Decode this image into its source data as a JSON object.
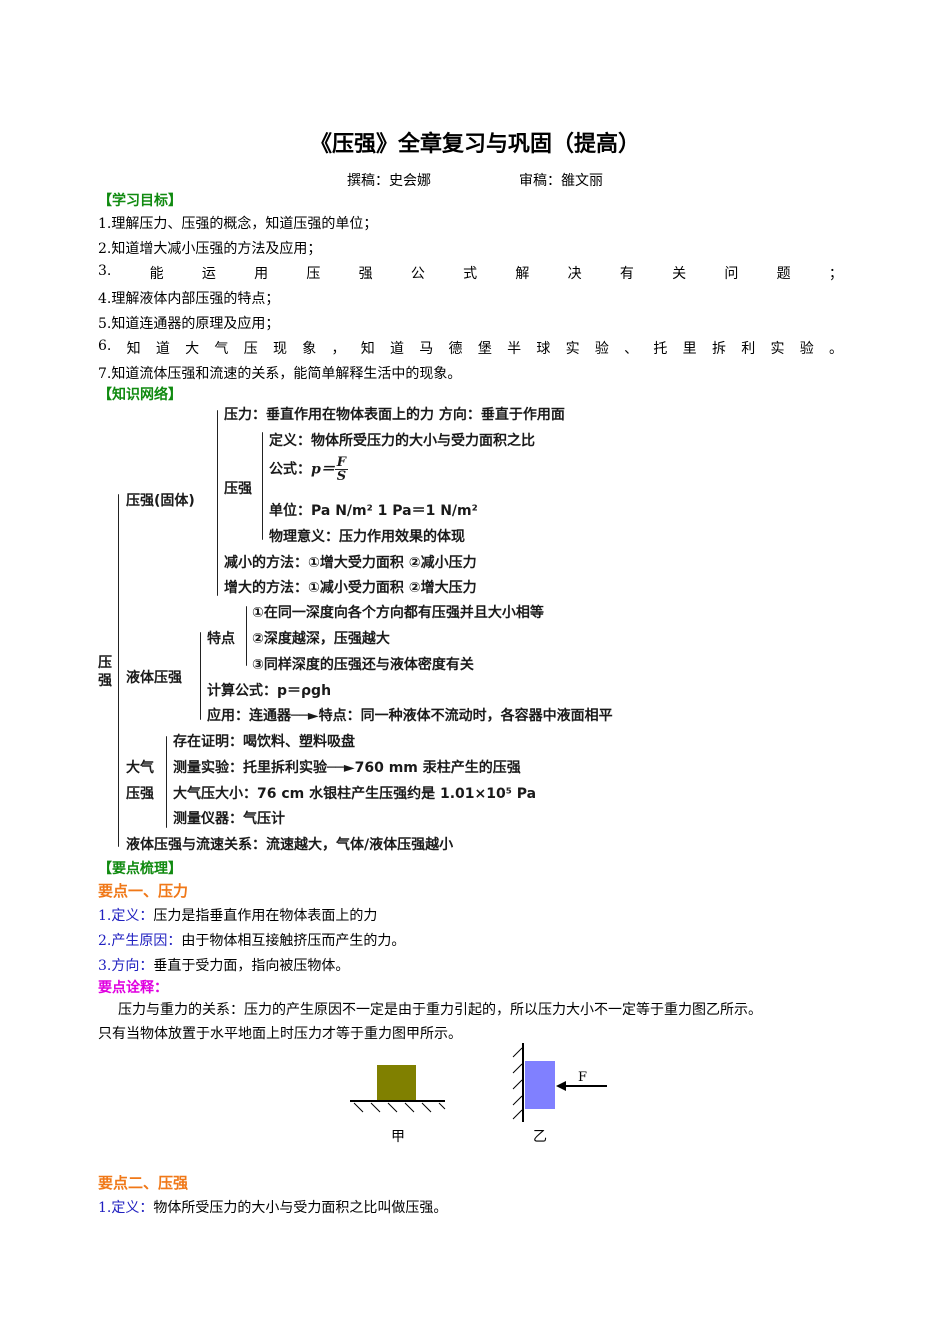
{
  "document": {
    "title": "《压强》全章复习与巩固（提高）",
    "authors": {
      "writer_label": "撰稿：",
      "writer": "史会娜",
      "reviewer_label": "审稿：",
      "reviewer": "雒文丽"
    }
  },
  "learning_goals": {
    "heading": "【学习目标】",
    "items": [
      "1.理解压力、压强的概念，知道压强的单位；",
      "2.知道增大减小压强的方法及应用；",
      "3.能运用压强公式解决有关问题；",
      "4.理解液体内部压强的特点；",
      "5.知道连通器的原理及应用；",
      "6.知道大气压现象，知道马德堡半球实验、托里拆利实验。",
      "7.知道流体压强和流速的关系，能简单解释生活中的现象。"
    ],
    "item3_chars": [
      "3.",
      "能",
      "运",
      "用",
      "压",
      "强",
      "公",
      "式",
      "解",
      "决",
      "有",
      "关",
      "问",
      "题",
      "；"
    ],
    "item6_chars": [
      "6.",
      "知",
      "道",
      "大",
      "气",
      "压",
      "现",
      "象",
      "，",
      "知",
      "道",
      "马",
      "德",
      "堡",
      "半",
      "球",
      "实",
      "验",
      "、",
      "托",
      "里",
      "拆",
      "利",
      "实",
      "验",
      "。"
    ]
  },
  "knowledge_network": {
    "heading": "【知识网络】",
    "root": "压强",
    "root_chars": [
      "压",
      "强"
    ],
    "solid": {
      "label": "压强(固体)",
      "pressure_force": "压力：垂直作用在物体表面上的力  方向：垂直于作用面",
      "pressure_label": "压强",
      "definition_label": "定义：",
      "definition": "物体所受压力的大小与受力面积之比",
      "formula_label": "公式：",
      "formula_lhs": "p＝",
      "formula_num": "F",
      "formula_den": "S",
      "unit": "单位：Pa   N/m²    1 Pa＝1 N/m²",
      "meaning": "物理意义：压力作用效果的体现",
      "decrease": "减小的方法：①增大受力面积   ②减小压力",
      "increase": "增大的方法：①减小受力面积   ②增大压力"
    },
    "liquid": {
      "label": "液体压强",
      "features_label": "特点",
      "features": [
        "①在同一深度向各个方向都有压强并且大小相等",
        "②深度越深，压强越大",
        "③同样深度的压强还与液体密度有关"
      ],
      "formula": "计算公式：p＝ρgh",
      "application": "应用：连通器──►特点：同一种液体不流动时，各容器中液面相平"
    },
    "atmosphere": {
      "label_line1": "大气",
      "label_line2": "压强",
      "items": [
        "存在证明：喝饮料、塑料吸盘",
        "测量实验：托里拆利实验──►760 mm 汞柱产生的压强",
        "大气压大小：76 cm 水银柱产生压强约是 1.01×10⁵ Pa",
        "测量仪器：气压计"
      ]
    },
    "fluid": "液体压强与流速关系：流速越大，气体/液体压强越小"
  },
  "key_points": {
    "heading": "【要点梳理】",
    "point1": {
      "heading": "要点一、压力",
      "items": [
        {
          "label": "1.定义：",
          "text": "压力是指垂直作用在物体表面上的力"
        },
        {
          "label": "2.产生原因：",
          "text": "由于物体相互接触挤压而产生的力。"
        },
        {
          "label": "3.方向：",
          "text": "垂直于受力面，指向被压物体。"
        }
      ],
      "note_heading": "要点诠释：",
      "note_line1": "　压力与重力的关系：压力的产生原因不一定是由于重力引起的，所以压力大小不一定等于重力图乙所示。",
      "note_line2": "只有当物体放置于水平地面上时压力才等于重力图甲所示。",
      "figure": {
        "left_caption": "甲",
        "right_caption": "乙",
        "force_label": "F",
        "block_left_color": "#808000",
        "block_right_color": "#8080ff"
      }
    },
    "point2": {
      "heading": "要点二、压强",
      "items": [
        {
          "label": "1.定义：",
          "text": "物体所受压力的大小与受力面积之比叫做压强。"
        }
      ]
    }
  },
  "colors": {
    "section_green": "#108a10",
    "point_orange": "#f07818",
    "note_magenta": "#e000e0",
    "label_blue": "#2020c0"
  }
}
